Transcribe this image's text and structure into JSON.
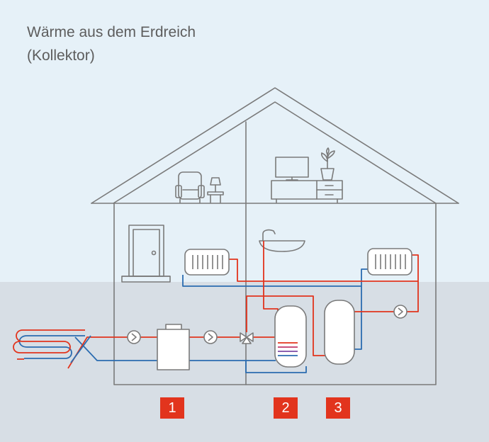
{
  "title": {
    "line1": "Wärme aus dem Erdreich",
    "line2": "(Kollektor)"
  },
  "markers": [
    {
      "label": "1"
    },
    {
      "label": "2"
    },
    {
      "label": "3"
    }
  ],
  "colors": {
    "sky": "#e6f1f8",
    "ground": "#d7dee5",
    "outline": "#7a7a7a",
    "supply_line": "#e2341d",
    "return_line": "#2b6cb0",
    "marker": "#e2341d"
  }
}
